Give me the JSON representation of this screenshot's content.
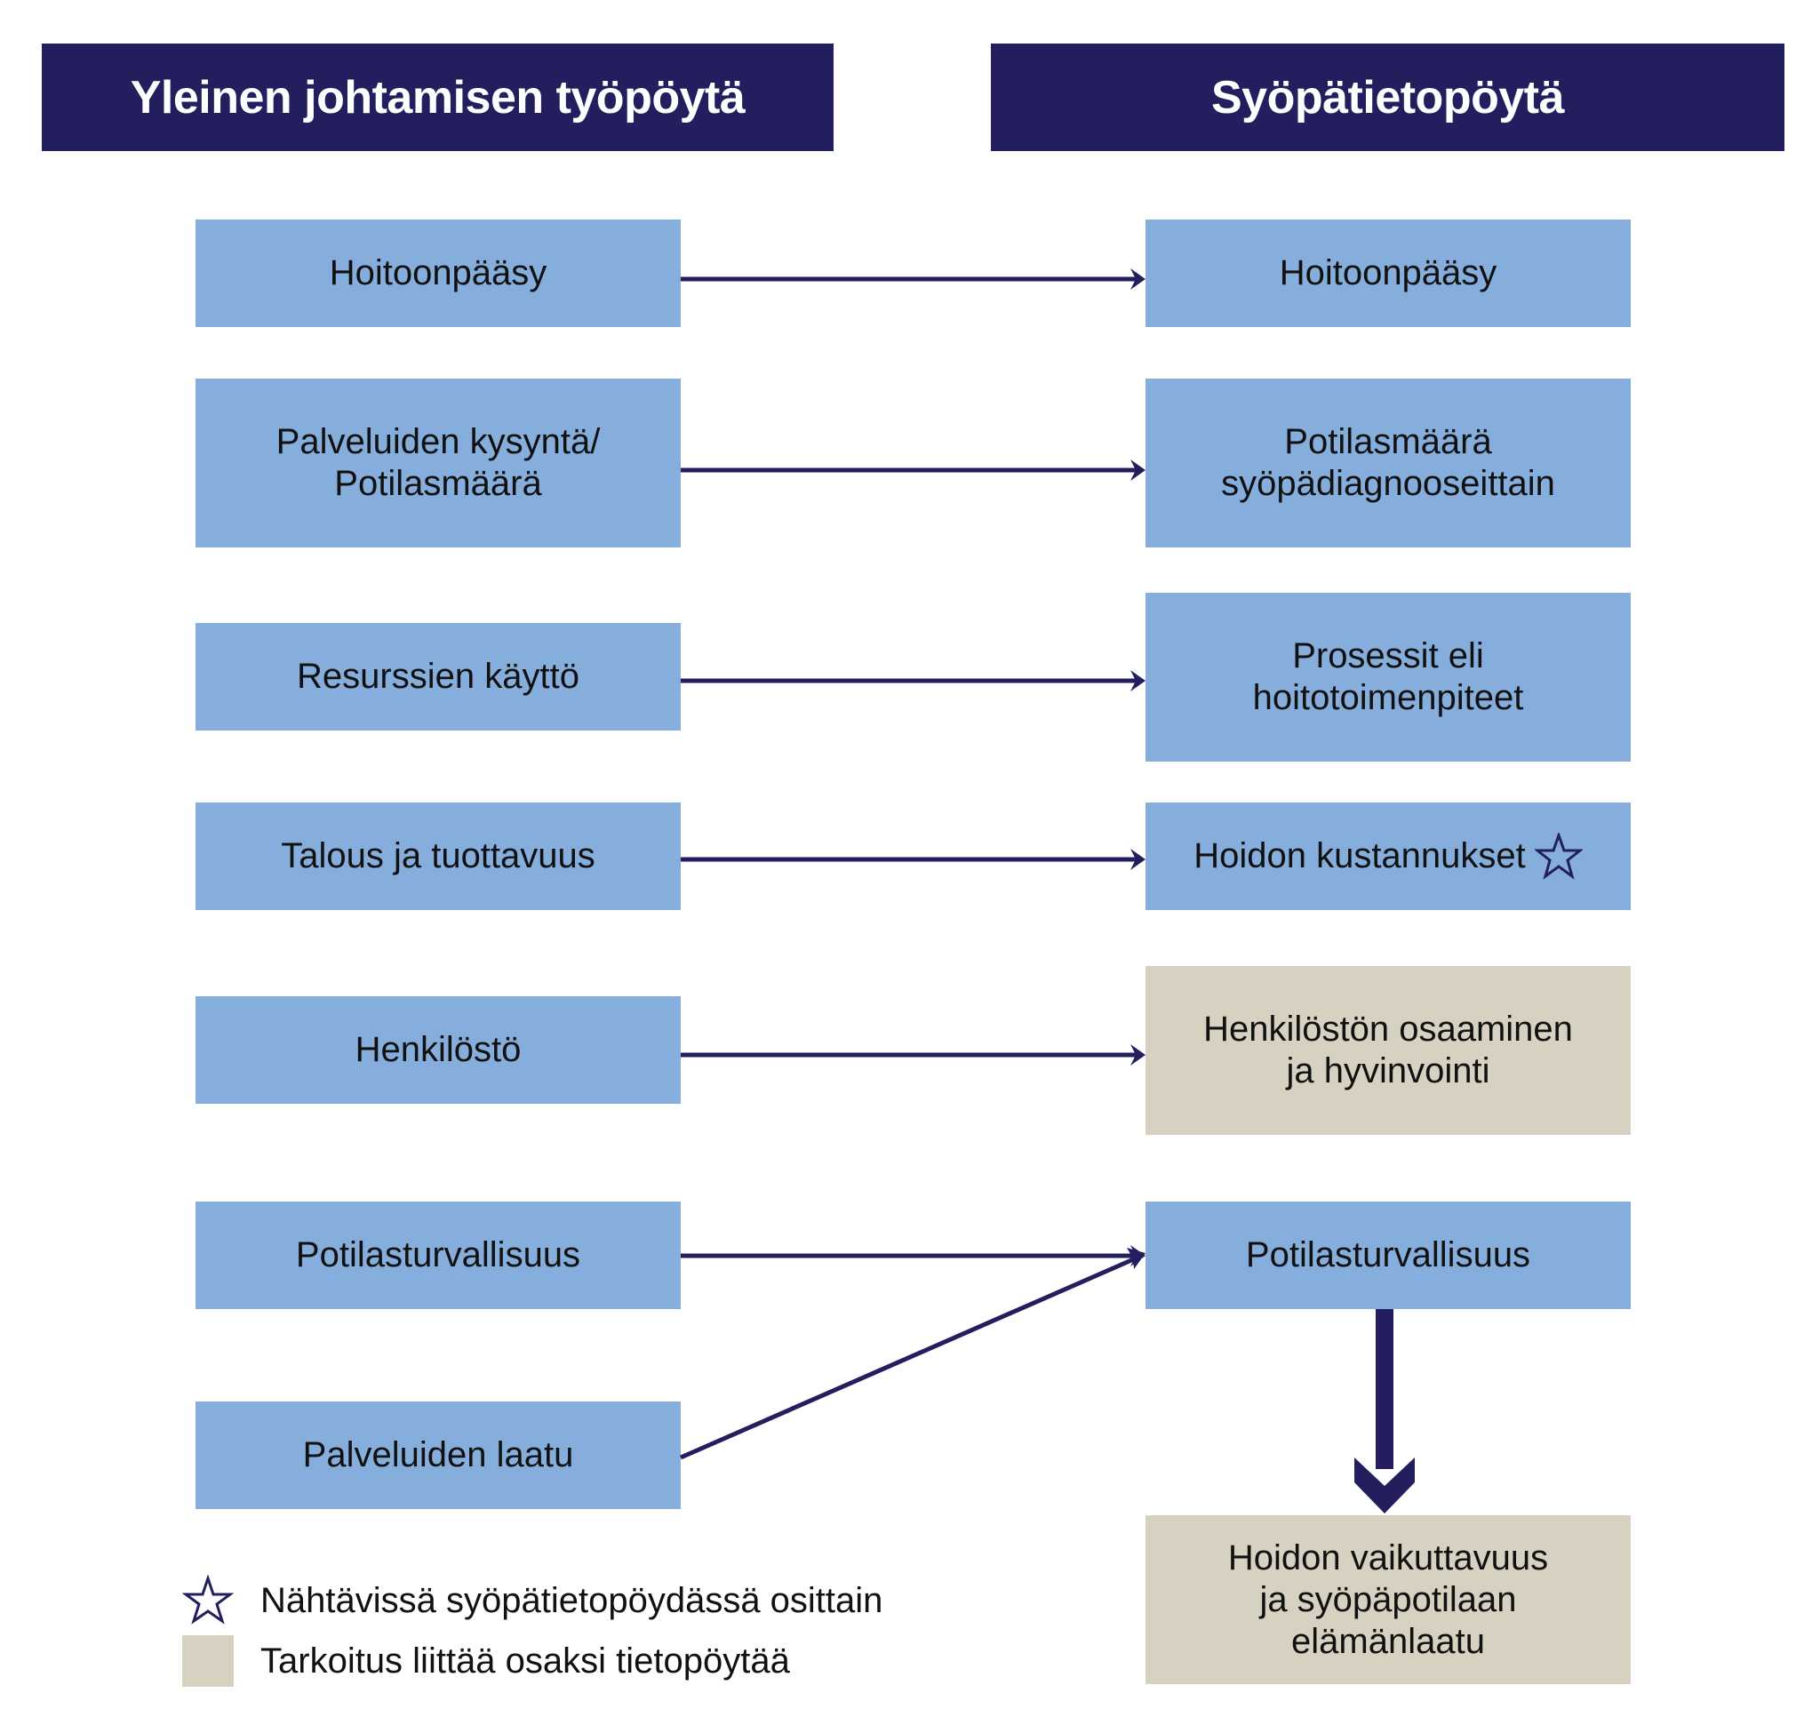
{
  "headers": {
    "left": "Yleinen johtamisen työpöytä",
    "right": "Syöpätietopöytä"
  },
  "colors": {
    "header_bg": "#231f5f",
    "blue_box": "#86aedc",
    "beige_box": "#d6d1c1",
    "arrow": "#231f5f"
  },
  "left_column": [
    {
      "id": "l1",
      "label": "Hoitoonpääsy"
    },
    {
      "id": "l2",
      "label": "Palveluiden kysyntä/\nPotilasmäärä"
    },
    {
      "id": "l3",
      "label": "Resurssien käyttö"
    },
    {
      "id": "l4",
      "label": "Talous ja tuottavuus"
    },
    {
      "id": "l5",
      "label": "Henkilöstö"
    },
    {
      "id": "l6",
      "label": "Potilasturvallisuus"
    },
    {
      "id": "l7",
      "label": "Palveluiden laatu"
    }
  ],
  "right_column": [
    {
      "id": "r1",
      "label": "Hoitoonpääsy",
      "style": "blue"
    },
    {
      "id": "r2",
      "label": "Potilasmäärä\nsyöpädiagnooseittain",
      "style": "blue"
    },
    {
      "id": "r3",
      "label": "Prosessit eli\nhoitotoimenpiteet",
      "style": "blue"
    },
    {
      "id": "r4",
      "label": "Hoidon kustannukset",
      "style": "blue",
      "icon": "star-outline-icon"
    },
    {
      "id": "r5",
      "label": "Henkilöstön osaaminen\nja hyvinvointi",
      "style": "beige"
    },
    {
      "id": "r6",
      "label": "Potilasturvallisuus",
      "style": "blue"
    },
    {
      "id": "r7",
      "label": "Hoidon vaikuttavuus\nja syöpäpotilaan\nelämänlaatu",
      "style": "beige"
    }
  ],
  "connections": [
    {
      "from": "l1",
      "to": "r1"
    },
    {
      "from": "l2",
      "to": "r2"
    },
    {
      "from": "l3",
      "to": "r3"
    },
    {
      "from": "l4",
      "to": "r4"
    },
    {
      "from": "l5",
      "to": "r5"
    },
    {
      "from": "l6",
      "to": "r6"
    },
    {
      "from": "l7",
      "to": "r6"
    },
    {
      "from": "r6",
      "to": "r7",
      "style": "thick-down"
    }
  ],
  "legend": [
    {
      "icon": "star-outline-icon",
      "label": "Nähtävissä syöpätietopöydässä osittain"
    },
    {
      "icon": "beige-swatch",
      "label": "Tarkoitus liittää osaksi tietopöytää"
    }
  ]
}
